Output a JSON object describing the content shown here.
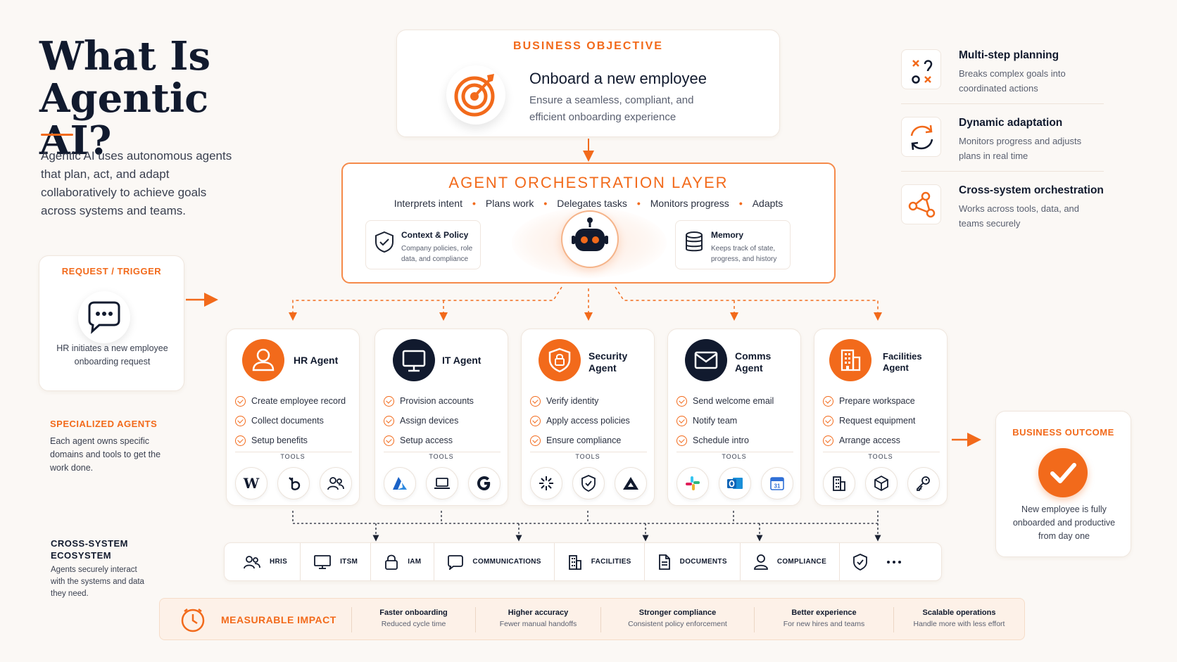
{
  "title": "What Is Agentic AI?",
  "intro": "Agentic AI uses autonomous agents that plan, act, and adapt collaboratively to achieve goals across systems and teams.",
  "objective": {
    "label": "BUSINESS OBJECTIVE",
    "title": "Onboard a new employee",
    "description": "Ensure a seamless, compliant, and efficient onboarding experience"
  },
  "orchestration": {
    "title": "AGENT ORCHESTRATION LAYER",
    "steps": [
      "Interprets intent",
      "Plans work",
      "Delegates tasks",
      "Monitors progress",
      "Adapts"
    ],
    "context": {
      "title": "Context & Policy",
      "description": "Company policies, role data, and compliance"
    },
    "memory": {
      "title": "Memory",
      "description": "Keeps track of state, progress, and history"
    }
  },
  "request": {
    "label": "REQUEST / TRIGGER",
    "description": "HR initiates a new employee onboarding request"
  },
  "specialized": {
    "label": "SPECIALIZED AGENTS",
    "description": "Each agent owns specific domains and tools to get the work done."
  },
  "ecosystem": {
    "label_line1": "CROSS-SYSTEM",
    "label_line2": "ECOSYSTEM",
    "description": "Agents securely interact with the systems and data they need.",
    "items": [
      {
        "label": "HRIS",
        "icon": "users-icon"
      },
      {
        "label": "ITSM",
        "icon": "monitor-icon"
      },
      {
        "label": "IAM",
        "icon": "lock-icon"
      },
      {
        "label": "COMMUNICATIONS",
        "icon": "chat-icon"
      },
      {
        "label": "FACILITIES",
        "icon": "building-icon"
      },
      {
        "label": "DOCUMENTS",
        "icon": "document-icon"
      },
      {
        "label": "COMPLIANCE",
        "icon": "person-icon"
      }
    ]
  },
  "features": [
    {
      "title": "Multi-step planning",
      "description": "Breaks complex goals into coordinated actions",
      "icon": "plan-icon"
    },
    {
      "title": "Dynamic adaptation",
      "description": "Monitors progress and adjusts plans in real time",
      "icon": "refresh-icon"
    },
    {
      "title": "Cross-system orchestration",
      "description": "Works across tools, data, and teams securely",
      "icon": "share-icon"
    }
  ],
  "agents": [
    {
      "name_line1": "HR Agent",
      "name_line2": "",
      "tasks": [
        "Create employee record",
        "Collect documents",
        "Setup benefits"
      ],
      "tools_label": "TOOLS",
      "badge_color": "#f26a1b",
      "tools": [
        "W",
        "b",
        "people"
      ]
    },
    {
      "name_line1": "IT Agent",
      "name_line2": "",
      "tasks": [
        "Provision accounts",
        "Assign devices",
        "Setup access"
      ],
      "tools_label": "TOOLS",
      "badge_color": "#111a2e",
      "tools": [
        "azure",
        "laptop",
        "G"
      ]
    },
    {
      "name_line1": "Security",
      "name_line2": "Agent",
      "tasks": [
        "Verify identity",
        "Apply access policies",
        "Ensure compliance"
      ],
      "tools_label": "TOOLS",
      "badge_color": "#f26a1b",
      "tools": [
        "asterisk",
        "shield",
        "triangle"
      ]
    },
    {
      "name_line1": "Comms",
      "name_line2": "Agent",
      "tasks": [
        "Send welcome email",
        "Notify team",
        "Schedule intro"
      ],
      "tools_label": "TOOLS",
      "badge_color": "#111a2e",
      "tools": [
        "slack",
        "outlook",
        "calendar"
      ]
    },
    {
      "name_line1": "Facilities",
      "name_line2": "Agent",
      "tasks": [
        "Prepare workspace",
        "Request equipment",
        "Arrange access"
      ],
      "tools_label": "TOOLS",
      "badge_color": "#f26a1b",
      "tools": [
        "building",
        "box",
        "key"
      ]
    }
  ],
  "calendar_day": "31",
  "outcome": {
    "label": "BUSINESS OUTCOME",
    "description": "New employee is fully onboarded and productive from day one"
  },
  "impact": {
    "label": "MEASURABLE IMPACT",
    "items": [
      {
        "title": "Faster onboarding",
        "description": "Reduced cycle time"
      },
      {
        "title": "Higher accuracy",
        "description": "Fewer manual handoffs"
      },
      {
        "title": "Stronger compliance",
        "description": "Consistent policy enforcement"
      },
      {
        "title": "Better experience",
        "description": "For new hires and teams"
      },
      {
        "title": "Scalable operations",
        "description": "Handle more with less effort"
      }
    ]
  },
  "colors": {
    "accent": "#f26a1b",
    "navy": "#111a2e",
    "background": "#fbf8f5"
  }
}
